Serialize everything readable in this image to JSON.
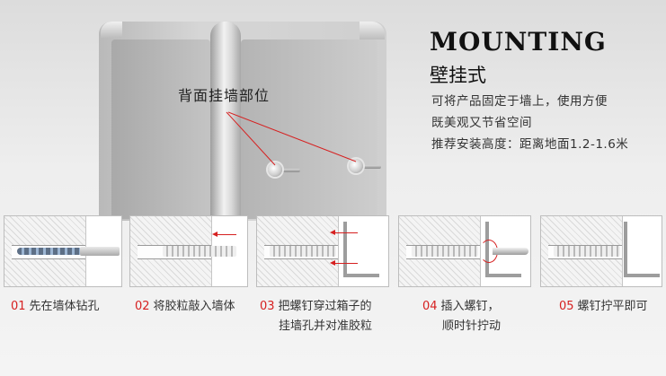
{
  "header": {
    "title_en": "MOUNTING",
    "title_cn": "壁挂式",
    "lines": [
      "可将产品固定于墙上，使用方便",
      "既美观又节省空间",
      "推荐安装高度：距离地面1.2-1.6米"
    ]
  },
  "product": {
    "callout": "背面挂墙部位"
  },
  "steps": [
    {
      "num": "01",
      "text": "先在墙体钻孔",
      "text2": ""
    },
    {
      "num": "02",
      "text": "将胶粒敲入墙体",
      "text2": ""
    },
    {
      "num": "03",
      "text": "把螺钉穿过箱子的",
      "text2": "挂墙孔并对准胶粒"
    },
    {
      "num": "04",
      "text": "插入螺钉，",
      "text2": "顺时针拧动"
    },
    {
      "num": "05",
      "text": "螺钉拧平即可",
      "text2": ""
    }
  ],
  "colors": {
    "accent_red": "#d62020",
    "text_dark": "#111111"
  },
  "icons": [
    "screw-icon",
    "drill-icon",
    "wall-anchor-icon",
    "screwdriver-icon"
  ]
}
